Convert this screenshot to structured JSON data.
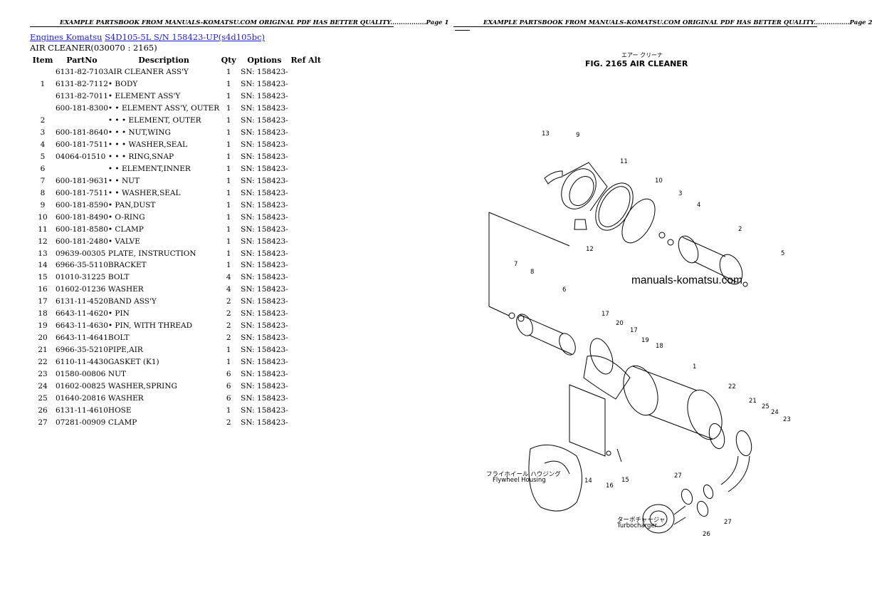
{
  "page1": {
    "header": "EXAMPLE PARTSBOOK FROM MANUALS-KOMATSU.COM ORIGINAL PDF HAS BETTER QUALITY.................Page 1",
    "breadcrumb": {
      "link1": "Engines Komatsu",
      "link2": "S4D105-5L S/N 158423-UP(s4d105bc)"
    },
    "section_title": "AIR CLEANER(030070 : 2165)",
    "columns": [
      "Item",
      "PartNo",
      "Description",
      "Qty",
      "Options",
      "Ref Alt"
    ],
    "rows": [
      {
        "item": "",
        "part": "6131-82-7103",
        "desc": "AIR CLEANER ASS'Y",
        "qty": "1",
        "opt": "SN: 158423-"
      },
      {
        "item": "1",
        "part": "6131-82-7112",
        "desc": "• BODY",
        "qty": "1",
        "opt": "SN: 158423-"
      },
      {
        "item": "",
        "part": "6131-82-7011",
        "desc": "• ELEMENT ASS'Y",
        "qty": "1",
        "opt": "SN: 158423-"
      },
      {
        "item": "",
        "part": "600-181-8300",
        "desc": "• • ELEMENT ASS'Y, OUTER",
        "qty": "1",
        "opt": "SN: 158423-"
      },
      {
        "item": "2",
        "part": "",
        "desc": "• • • ELEMENT, OUTER",
        "qty": "1",
        "opt": "SN: 158423-"
      },
      {
        "item": "3",
        "part": "600-181-8640",
        "desc": "• • • NUT,WING",
        "qty": "1",
        "opt": "SN: 158423-"
      },
      {
        "item": "4",
        "part": "600-181-7511",
        "desc": "• • • WASHER,SEAL",
        "qty": "1",
        "opt": "SN: 158423-"
      },
      {
        "item": "5",
        "part": "04064-01510",
        "desc": "• • • RING,SNAP",
        "qty": "1",
        "opt": "SN: 158423-"
      },
      {
        "item": "6",
        "part": "",
        "desc": "• • ELEMENT,INNER",
        "qty": "1",
        "opt": "SN: 158423-"
      },
      {
        "item": "7",
        "part": "600-181-9631",
        "desc": "• • NUT",
        "qty": "1",
        "opt": "SN: 158423-"
      },
      {
        "item": "8",
        "part": "600-181-7511",
        "desc": "• • WASHER,SEAL",
        "qty": "1",
        "opt": "SN: 158423-"
      },
      {
        "item": "9",
        "part": "600-181-8590",
        "desc": "• PAN,DUST",
        "qty": "1",
        "opt": "SN: 158423-"
      },
      {
        "item": "10",
        "part": "600-181-8490",
        "desc": "• O-RING",
        "qty": "1",
        "opt": "SN: 158423-"
      },
      {
        "item": "11",
        "part": "600-181-8580",
        "desc": "• CLAMP",
        "qty": "1",
        "opt": "SN: 158423-"
      },
      {
        "item": "12",
        "part": "600-181-2480",
        "desc": "• VALVE",
        "qty": "1",
        "opt": "SN: 158423-"
      },
      {
        "item": "13",
        "part": "09639-00305",
        "desc": "PLATE, INSTRUCTION",
        "qty": "1",
        "opt": "SN: 158423-"
      },
      {
        "item": "14",
        "part": "6966-35-5110",
        "desc": "BRACKET",
        "qty": "1",
        "opt": "SN: 158423-"
      },
      {
        "item": "15",
        "part": "01010-31225",
        "desc": "BOLT",
        "qty": "4",
        "opt": "SN: 158423-"
      },
      {
        "item": "16",
        "part": "01602-01236",
        "desc": "WASHER",
        "qty": "4",
        "opt": "SN: 158423-"
      },
      {
        "item": "17",
        "part": "6131-11-4520",
        "desc": "BAND ASS'Y",
        "qty": "2",
        "opt": "SN: 158423-"
      },
      {
        "item": "18",
        "part": "6643-11-4620",
        "desc": "• PIN",
        "qty": "2",
        "opt": "SN: 158423-"
      },
      {
        "item": "19",
        "part": "6643-11-4630",
        "desc": "• PIN, WITH THREAD",
        "qty": "2",
        "opt": "SN: 158423-"
      },
      {
        "item": "20",
        "part": "6643-11-4641",
        "desc": "BOLT",
        "qty": "2",
        "opt": "SN: 158423-"
      },
      {
        "item": "21",
        "part": "6966-35-5210",
        "desc": "PIPE,AIR",
        "qty": "1",
        "opt": "SN: 158423-"
      },
      {
        "item": "22",
        "part": "6110-11-4430",
        "desc": "GASKET (K1)",
        "qty": "1",
        "opt": "SN: 158423-"
      },
      {
        "item": "23",
        "part": "01580-00806",
        "desc": "NUT",
        "qty": "6",
        "opt": "SN: 158423-"
      },
      {
        "item": "24",
        "part": "01602-00825",
        "desc": "WASHER,SPRING",
        "qty": "6",
        "opt": "SN: 158423-"
      },
      {
        "item": "25",
        "part": "01640-20816",
        "desc": "WASHER",
        "qty": "6",
        "opt": "SN: 158423-"
      },
      {
        "item": "26",
        "part": "6131-11-4610",
        "desc": "HOSE",
        "qty": "1",
        "opt": "SN: 158423-"
      },
      {
        "item": "27",
        "part": "07281-00909",
        "desc": "CLAMP",
        "qty": "2",
        "opt": "SN: 158423-"
      }
    ]
  },
  "page2": {
    "header": "EXAMPLE PARTSBOOK FROM MANUALS-KOMATSU.COM ORIGINAL PDF HAS BETTER QUALITY.................Page 2",
    "fig_jp": "エアー クリーナ",
    "fig_title": "FIG. 2165  AIR CLEANER",
    "watermark": "manuals-komatsu.com",
    "label_flywheel_jp": "フライホイール ハウジング",
    "label_flywheel": "Flywheel Housing",
    "label_turbo_jp": "ターボチャージャ",
    "label_turbo": "Turbocharger",
    "callouts": [
      "13",
      "9",
      "11",
      "10",
      "3",
      "4",
      "2",
      "5",
      "12",
      "7",
      "8",
      "6",
      "17",
      "20",
      "17",
      "19",
      "18",
      "1",
      "22",
      "21",
      "25",
      "24",
      "23",
      "14",
      "16",
      "15",
      "27",
      "27",
      "26"
    ]
  }
}
